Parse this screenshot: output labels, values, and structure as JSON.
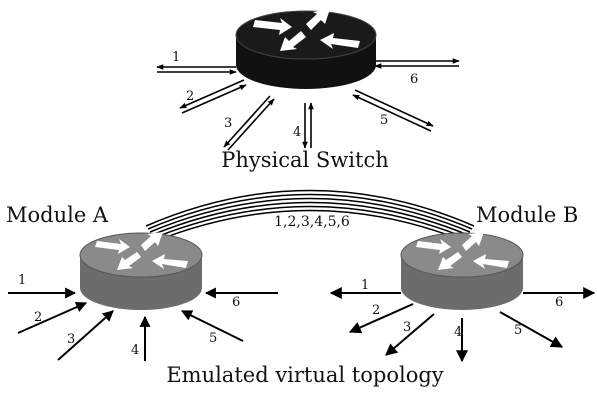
{
  "physical_switch": {
    "label": "Physical Switch",
    "port_labels": [
      "1",
      "2",
      "3",
      "4",
      "5",
      "6"
    ]
  },
  "virtual_topology": {
    "label": "Emulated virtual topology",
    "module_a": {
      "label": "Module A",
      "port_labels": [
        "1",
        "2",
        "3",
        "4",
        "5",
        "6"
      ]
    },
    "module_b": {
      "label": "Module B",
      "port_labels": [
        "1",
        "2",
        "3",
        "4",
        "5",
        "6"
      ]
    },
    "link_label": "1,2,3,4,5,6"
  },
  "colors": {
    "physical_switch_body": "#111111",
    "module_body": "#7a7a7a",
    "module_body_dark": "#5e5e5e",
    "arrow": "#000000",
    "router_arrows": "#ffffff"
  }
}
